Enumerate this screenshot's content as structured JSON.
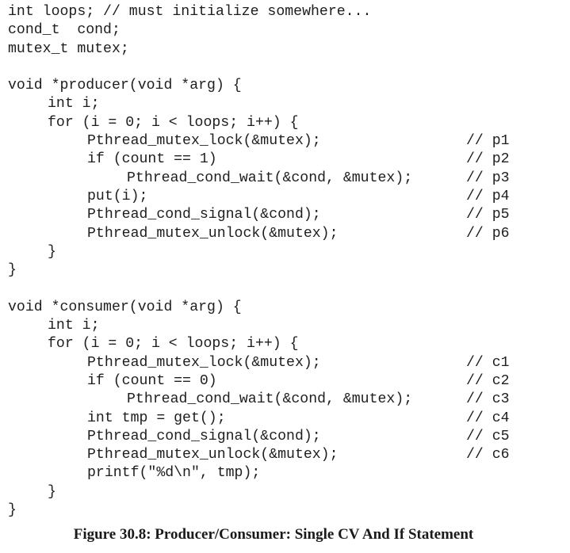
{
  "code_lines": [
    {
      "indent": 0,
      "text": "int loops; // must initialize somewhere...",
      "comment": ""
    },
    {
      "indent": 0,
      "text": "cond_t  cond;",
      "comment": ""
    },
    {
      "indent": 0,
      "text": "mutex_t mutex;",
      "comment": ""
    },
    {
      "indent": 0,
      "text": "",
      "comment": ""
    },
    {
      "indent": 0,
      "text": "void *producer(void *arg) {",
      "comment": ""
    },
    {
      "indent": 1,
      "text": "int i;",
      "comment": ""
    },
    {
      "indent": 1,
      "text": "for (i = 0; i < loops; i++) {",
      "comment": ""
    },
    {
      "indent": 2,
      "text": "Pthread_mutex_lock(&mutex);",
      "comment": "// p1"
    },
    {
      "indent": 2,
      "text": "if (count == 1)",
      "comment": "// p2"
    },
    {
      "indent": 3,
      "text": "Pthread_cond_wait(&cond, &mutex);",
      "comment": "// p3"
    },
    {
      "indent": 2,
      "text": "put(i);",
      "comment": "// p4"
    },
    {
      "indent": 2,
      "text": "Pthread_cond_signal(&cond);",
      "comment": "// p5"
    },
    {
      "indent": 2,
      "text": "Pthread_mutex_unlock(&mutex);",
      "comment": "// p6"
    },
    {
      "indent": 1,
      "text": "}",
      "comment": ""
    },
    {
      "indent": 0,
      "text": "}",
      "comment": ""
    },
    {
      "indent": 0,
      "text": "",
      "comment": ""
    },
    {
      "indent": 0,
      "text": "void *consumer(void *arg) {",
      "comment": ""
    },
    {
      "indent": 1,
      "text": "int i;",
      "comment": ""
    },
    {
      "indent": 1,
      "text": "for (i = 0; i < loops; i++) {",
      "comment": ""
    },
    {
      "indent": 2,
      "text": "Pthread_mutex_lock(&mutex);",
      "comment": "// c1"
    },
    {
      "indent": 2,
      "text": "if (count == 0)",
      "comment": "// c2"
    },
    {
      "indent": 3,
      "text": "Pthread_cond_wait(&cond, &mutex);",
      "comment": "// c3"
    },
    {
      "indent": 2,
      "text": "int tmp = get();",
      "comment": "// c4"
    },
    {
      "indent": 2,
      "text": "Pthread_cond_signal(&cond);",
      "comment": "// c5"
    },
    {
      "indent": 2,
      "text": "Pthread_mutex_unlock(&mutex);",
      "comment": "// c6"
    },
    {
      "indent": 2,
      "text": "printf(\"%d\\n\", tmp);",
      "comment": ""
    },
    {
      "indent": 1,
      "text": "}",
      "comment": ""
    },
    {
      "indent": 0,
      "text": "}",
      "comment": ""
    }
  ],
  "caption": "Figure 30.8: Producer/Consumer: Single CV And If Statement"
}
